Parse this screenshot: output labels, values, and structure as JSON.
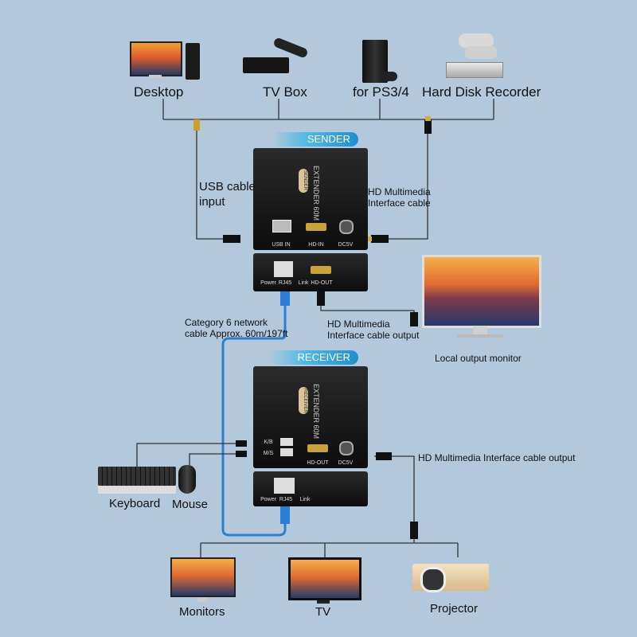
{
  "sources": {
    "desktop": "Desktop",
    "tv_box": "TV Box",
    "ps": "for PS3/4",
    "hdr": "Hard Disk Recorder"
  },
  "sender": {
    "tag": "SENDER",
    "box_label": "EXTENDER 60M",
    "side_label": "SENDER",
    "ports_top": [
      "USB IN",
      "HD-IN",
      "DC5V"
    ],
    "ports_bottom": [
      "Power",
      "RJ45",
      "Link",
      "HD-OUT"
    ]
  },
  "receiver": {
    "tag": "RECEIVER",
    "box_label": "EXTENDER 60M",
    "side_label": "RECEIVER",
    "ports_top": [
      "K/B",
      "M/S",
      "HD-OUT",
      "DC5V"
    ],
    "ports_bottom": [
      "Power",
      "RJ45",
      "Link"
    ]
  },
  "labels": {
    "usb_cable_1": "USB cable",
    "usb_cable_2": "input",
    "hdmi_in_1": "HD Multimedia",
    "hdmi_in_2": "Interface cable",
    "hdmi_out_1": "HD Multimedia",
    "hdmi_out_2": "Interface cable output",
    "cat6_1": "Category 6 network",
    "cat6_2": "cable Approx. 60m/197ft",
    "local_monitor": "Local output monitor",
    "rx_hdmi_out": "HD Multimedia Interface cable output"
  },
  "peripherals": {
    "keyboard": "Keyboard",
    "mouse": "Mouse"
  },
  "outputs": {
    "monitors": "Monitors",
    "tv": "TV",
    "projector": "Projector"
  },
  "colors": {
    "background": "#b3c9db",
    "network_cable": "#2a7fd4",
    "wire": "#333333"
  }
}
